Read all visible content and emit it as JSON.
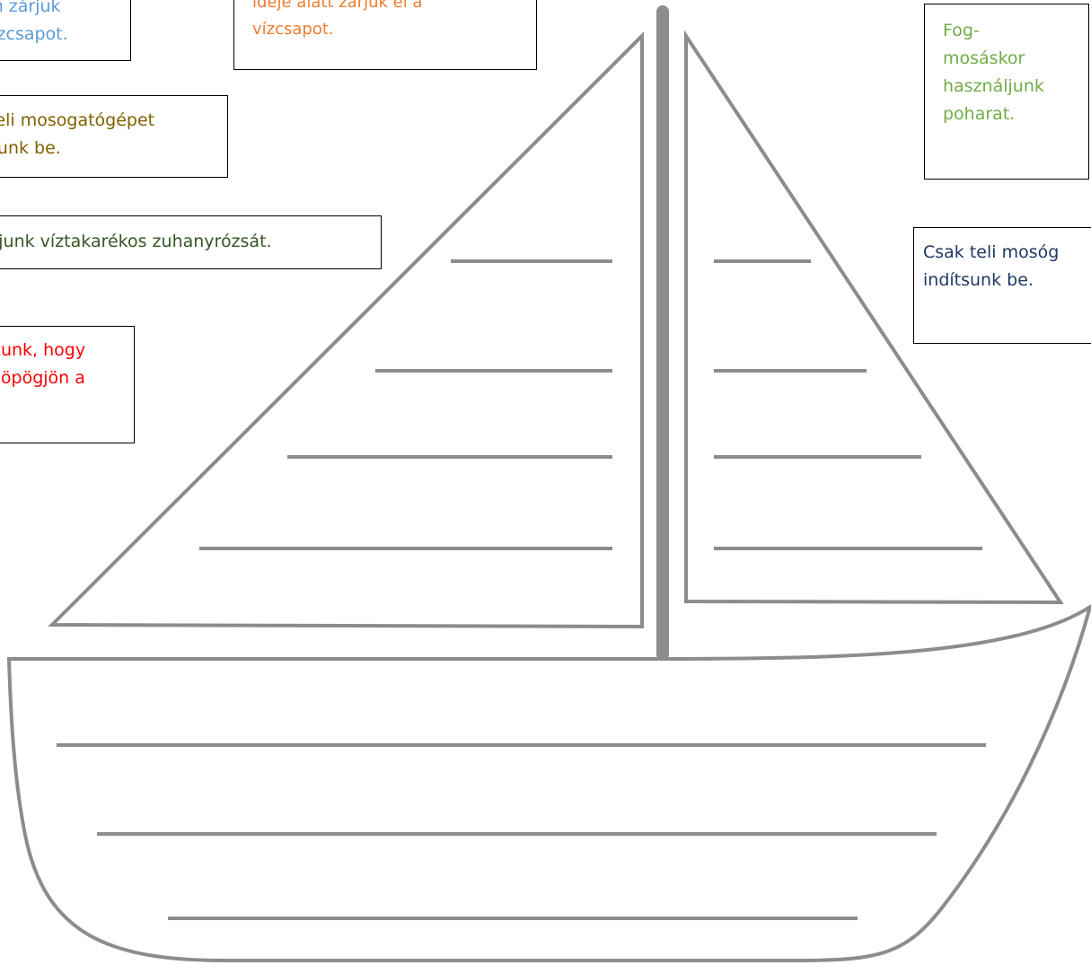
{
  "boxes": {
    "blue": {
      "line1": "en zárjuk",
      "line2": "vízcsapot."
    },
    "orange": {
      "line1": "ideje alatt zárjuk el a",
      "line2": "vízcsapot."
    },
    "olive": {
      "line1": "teli mosogatógépet",
      "line2": "sunk be."
    },
    "darkgreen": {
      "line1": "ljunk víztakarékos zuhanyrózsát."
    },
    "red": {
      "line1": "zunk, hogy",
      "line2": "söpögjön a"
    },
    "green": {
      "line1": "Fog-",
      "line2": "mosáskor",
      "line3": "használjunk",
      "line4": "poharat."
    },
    "navy": {
      "line1": "Csak teli mosóg",
      "line2": "indítsunk be."
    }
  },
  "colors": {
    "outline": "#8c8c8d",
    "blue": "#5b9bd5",
    "orange": "#ed7d31",
    "olive": "#7f6000",
    "darkgreen": "#375623",
    "red": "#ff0000",
    "green": "#70ad47",
    "navy": "#1f3864"
  }
}
